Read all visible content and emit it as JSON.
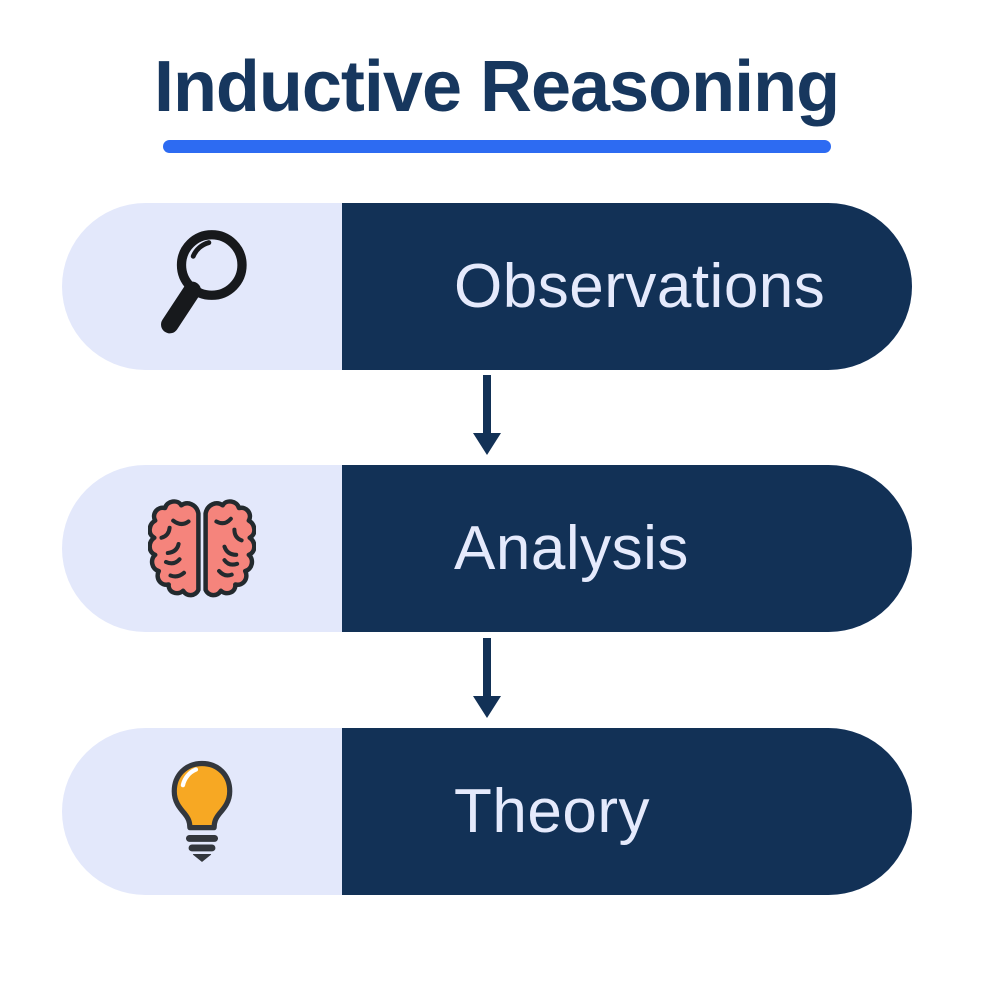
{
  "title": {
    "text": "Inductive Reasoning"
  },
  "stages": [
    {
      "label": "Observations",
      "icon": "magnifier-icon"
    },
    {
      "label": "Analysis",
      "icon": "brain-icon"
    },
    {
      "label": "Theory",
      "icon": "lightbulb-icon"
    }
  ],
  "connectors": [
    {
      "name": "down-arrow"
    },
    {
      "name": "down-arrow"
    }
  ],
  "colors": {
    "background": "#FFFFFF",
    "navy": "#123156",
    "pill_light": "#E3E8FB",
    "label_text": "#E5EAFC",
    "title_text": "#17375E",
    "underline_blue": "#2D6BF2",
    "brain_fill": "#F5847C",
    "brain_outline": "#232A2E",
    "bulb_fill": "#F7A823",
    "bulb_outline": "#33373D",
    "bulb_highlight": "#FFFFFF",
    "magnifier_black": "#17191C"
  }
}
